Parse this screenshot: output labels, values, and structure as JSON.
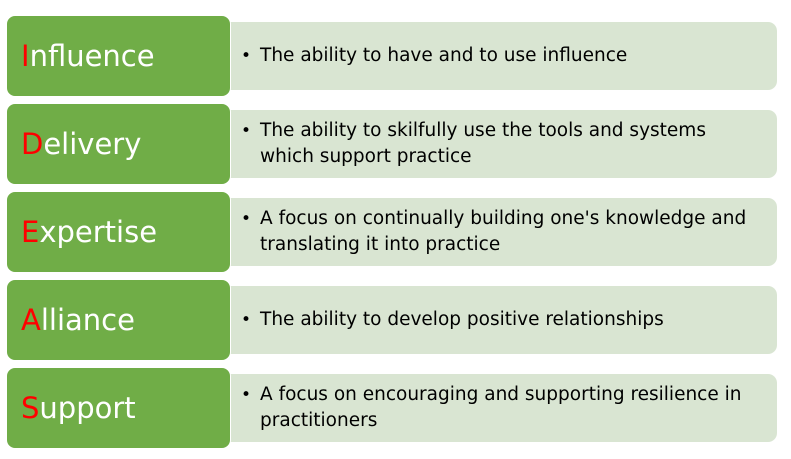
{
  "diagram": {
    "colors": {
      "label_bg": "#70AD47",
      "label_text": "#FFFFFF",
      "initial_letter": "#FF0000",
      "desc_bg": "#D9E5D2",
      "desc_text": "#000000"
    },
    "rows": [
      {
        "initial": "I",
        "rest": "nfluence",
        "description": "The ability to have and to use influence"
      },
      {
        "initial": "D",
        "rest": "elivery",
        "description": "The ability to skilfully use the tools and systems which support practice"
      },
      {
        "initial": "E",
        "rest": "xpertise",
        "description": "A focus on continually building one's knowledge and translating it into practice"
      },
      {
        "initial": "A",
        "rest": "lliance",
        "description": "The ability to develop positive relationships"
      },
      {
        "initial": "S",
        "rest": "upport",
        "description": "A focus on encouraging and supporting resilience in practitioners"
      }
    ],
    "bullet_glyph": "•"
  }
}
